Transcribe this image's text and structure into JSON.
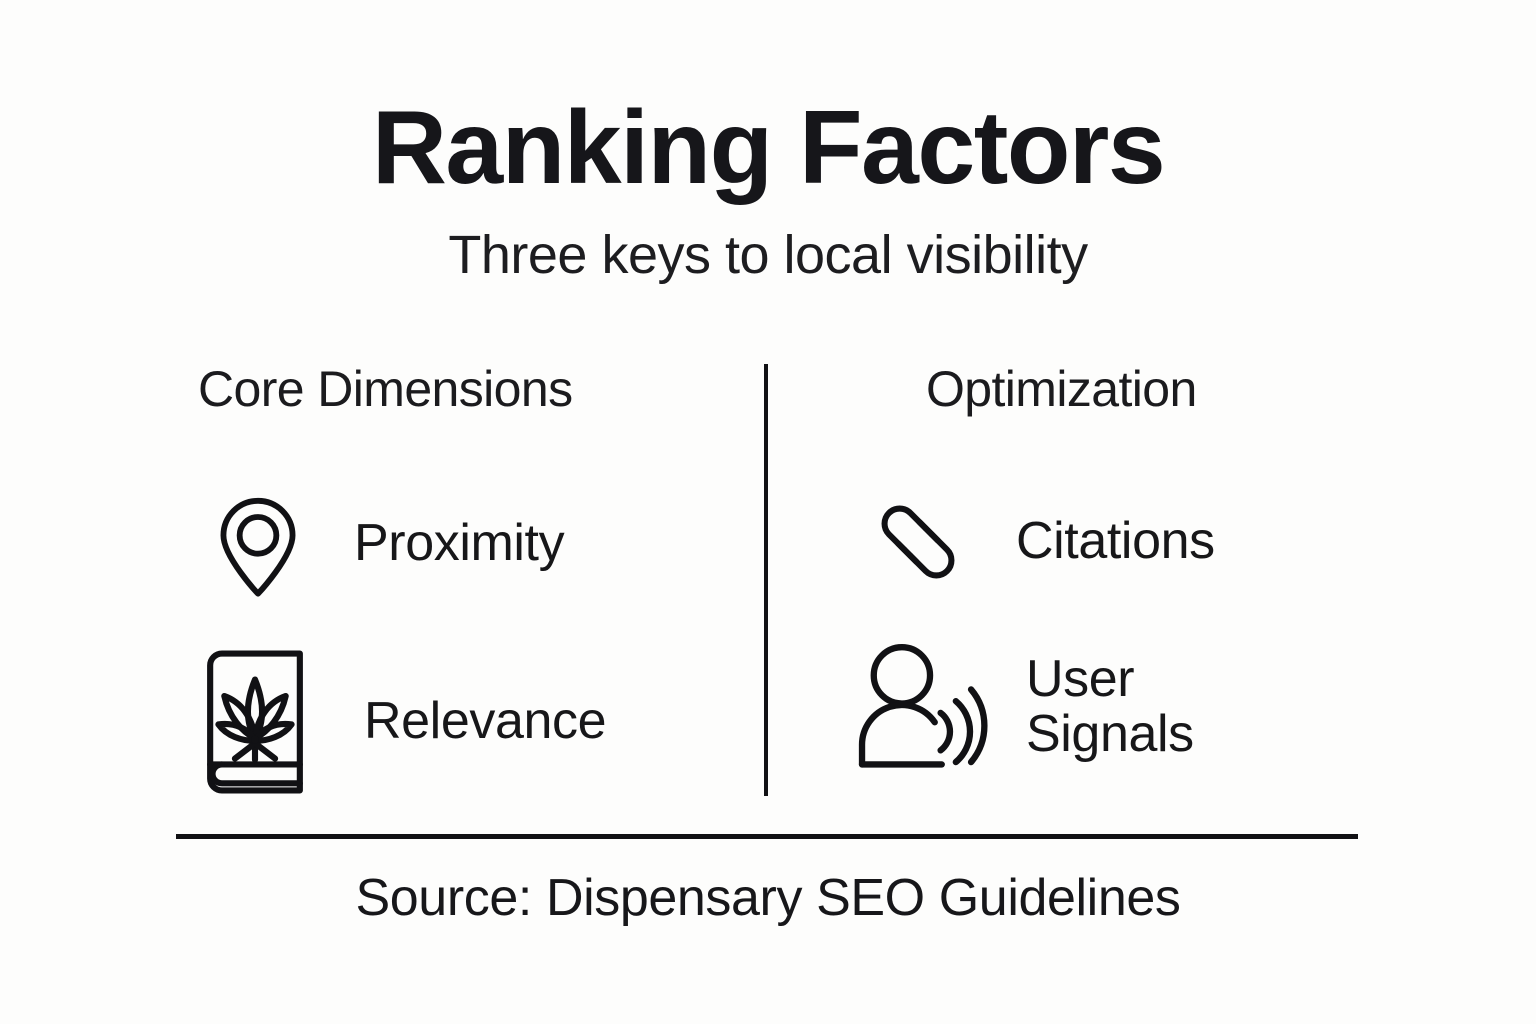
{
  "header": {
    "title": "Ranking Factors",
    "subtitle": "Three keys to local visibility"
  },
  "columns": [
    {
      "heading": "Core Dimensions",
      "items": [
        {
          "label": "Proximity",
          "icon": "map-pin-icon"
        },
        {
          "label": "Relevance",
          "icon": "book-cannabis-leaf-icon"
        }
      ]
    },
    {
      "heading": "Optimization",
      "items": [
        {
          "label": "Citations",
          "icon": "chain-link-icon"
        },
        {
          "label": "User\nSignals",
          "icon": "user-signal-waves-icon"
        }
      ]
    }
  ],
  "footer": {
    "source": "Source: Dispensary SEO Guidelines"
  },
  "colors": {
    "background": "#fdfdfc",
    "ink": "#16161a",
    "rule": "#111114"
  }
}
